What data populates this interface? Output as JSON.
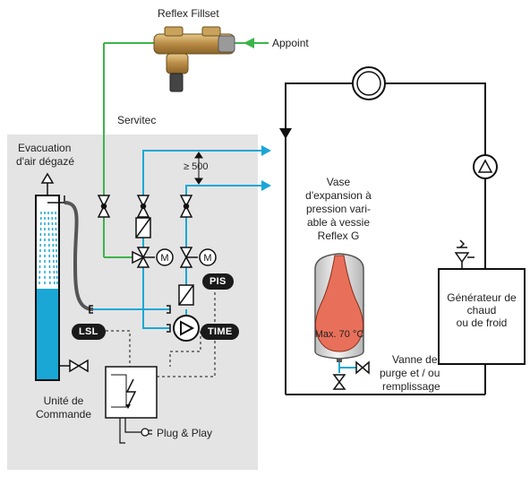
{
  "labels": {
    "fillset": "Reflex Fillset",
    "appoint": "Appoint",
    "servitec": "Servitec",
    "evac_line1": "Evacuation",
    "evac_line2": "d'air dégazé",
    "dim": "≥ 500",
    "vessel_line1": "Vase",
    "vessel_line2": "d'expansion à",
    "vessel_line3": "pression vari-",
    "vessel_line4": "able à vessie",
    "vessel_line5": "Reflex G",
    "max_temp": "Max. 70 °C",
    "gen_line1": "Générateur de",
    "gen_line2": "chaud",
    "gen_line3": "ou de froid",
    "vanne_line1": "Vanne de",
    "vanne_line2": "purge et / ou",
    "vanne_line3": "remplissage",
    "unit_line1": "Unité de",
    "unit_line2": "Commande",
    "plug_play": "Plug & Play"
  },
  "badges": {
    "pis": "PIS",
    "lsl": "LSL",
    "time": "TIME"
  },
  "colors": {
    "pipe_black": "#111111",
    "pipe_blue": "#1aa7d6",
    "pipe_green": "#3cb44b",
    "panel_gray": "#e4e4e4",
    "vessel_gas": "#e8e8e8",
    "vessel_water": "#e8705a",
    "column_blue": "#1aa7d6"
  }
}
